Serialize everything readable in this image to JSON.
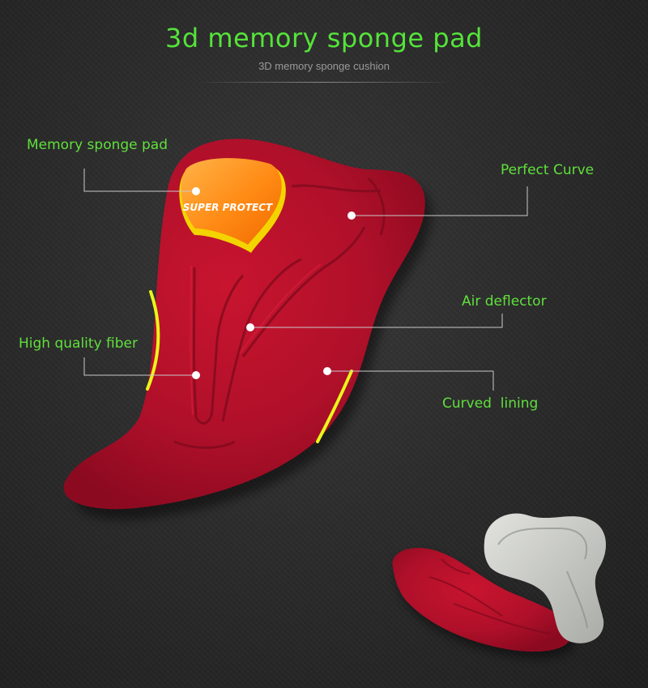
{
  "header": {
    "title": "3d memory sponge pad",
    "subtitle": "3D memory sponge cushion"
  },
  "badge": {
    "text": "SUPER PROTECT"
  },
  "callouts": {
    "memory_sponge_pad": "Memory sponge pad",
    "perfect_curve": "Perfect Curve",
    "air_deflector": "Air deflector",
    "high_quality_fiber": "High quality fiber",
    "curved_lining": "Curved  lining"
  },
  "colors": {
    "accent_green": "#55e33a",
    "pad_red": "#b5112b",
    "insert_orange": "#ff8a14",
    "highlight_yellow": "#e9f51a",
    "pad_grey": "#c9cbc6"
  }
}
